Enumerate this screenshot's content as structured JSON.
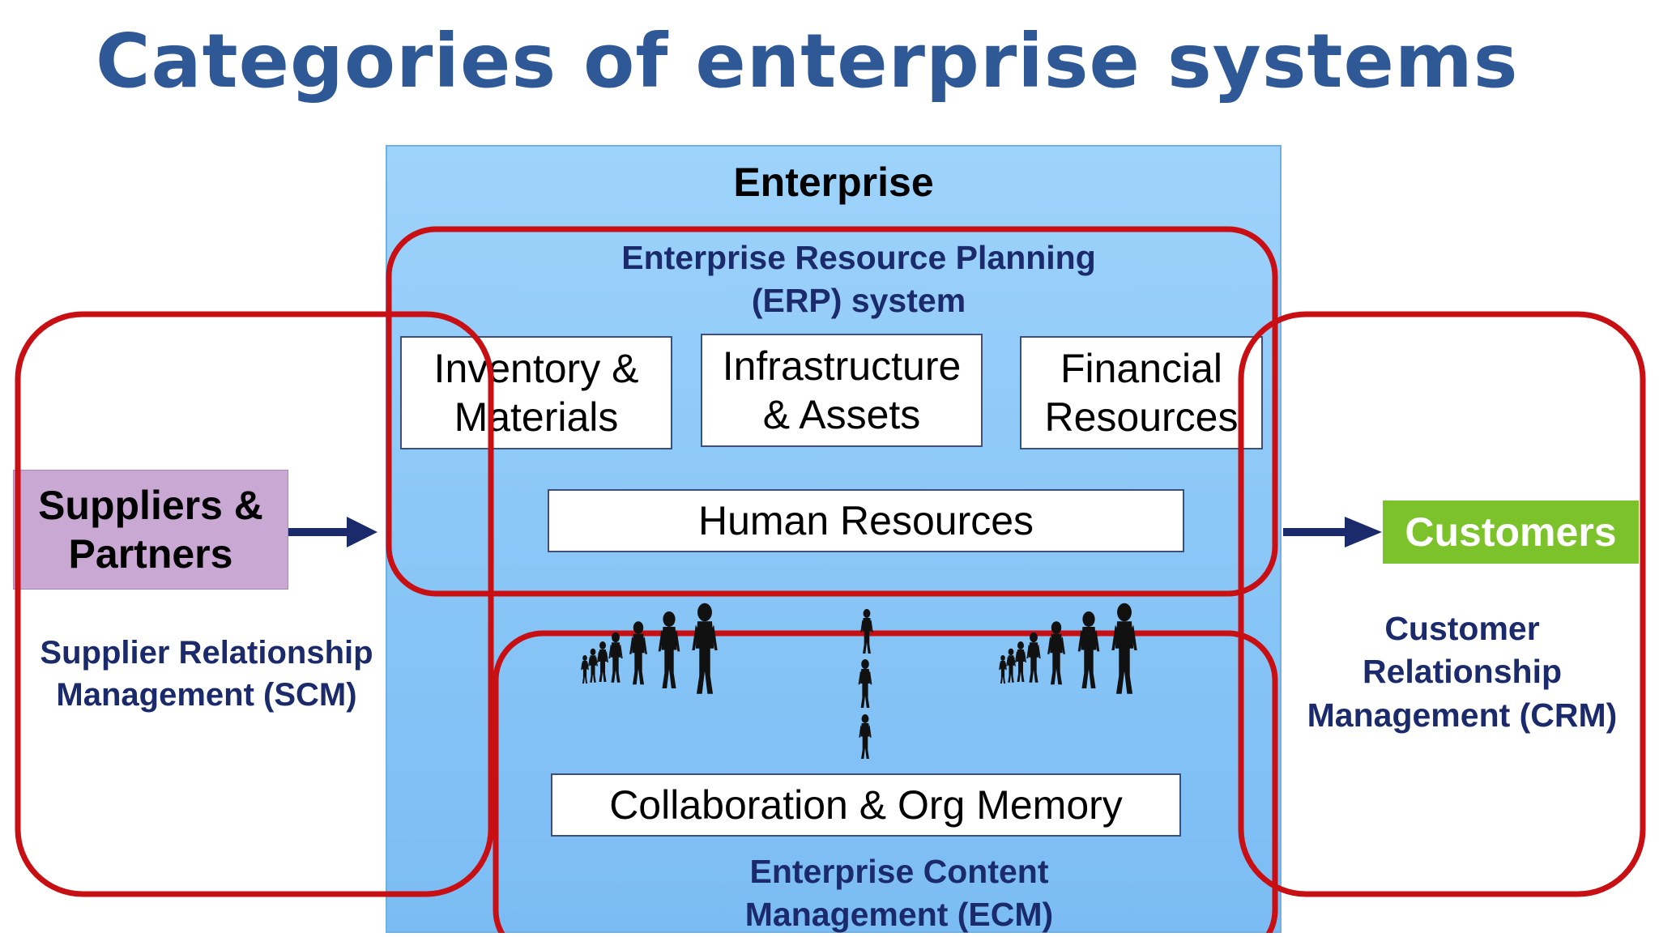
{
  "title": "Categories of enterprise systems",
  "enterprise": {
    "label": "Enterprise",
    "erp_label": "Enterprise Resource Planning\n(ERP) system",
    "modules": {
      "inventory": "Inventory &\nMaterials",
      "infrastructure": "Infrastructure\n& Assets",
      "financial": "Financial\nResources",
      "human_resources": "Human Resources",
      "collaboration": "Collaboration & Org Memory"
    },
    "ecm_label": "Enterprise Content\nManagement (ECM)"
  },
  "suppliers": {
    "label": "Suppliers &\nPartners",
    "color": "#c9a8d4"
  },
  "scm_label": "Supplier Relationship\nManagement (SCM)",
  "customers": {
    "label": "Customers",
    "color": "#7cc22a"
  },
  "crm_label": "Customer\nRelationship\nManagement (CRM)",
  "colors": {
    "title": "#2f5896",
    "enterprise_fill": "#8cc8f7",
    "boundary": "#c80f14",
    "label_text": "#1b2a6b",
    "arrow": "#1b2a6b"
  },
  "icons": [
    "people-line-icon",
    "stacked-people-icon"
  ]
}
